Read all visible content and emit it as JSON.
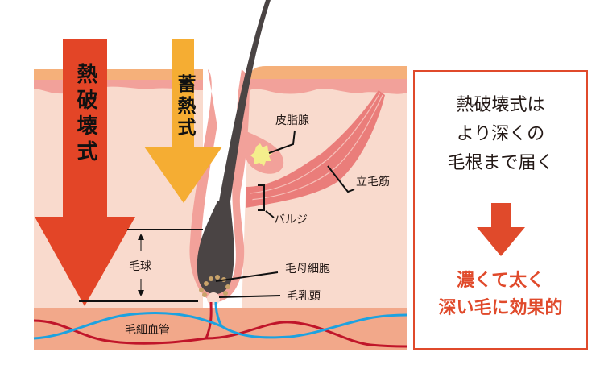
{
  "diagram": {
    "arrows": {
      "heat_destruction": {
        "label": "熱破壊式",
        "color": "#e34527"
      },
      "heat_storage": {
        "label": "蓄熱式",
        "color": "#f5ad33"
      }
    },
    "labels": {
      "sebaceous_gland": "皮脂腺",
      "arrector_pili": "立毛筋",
      "bulge": "バルジ",
      "hair_bulb": "毛球",
      "hair_matrix_cells": "毛母細胞",
      "dermal_papilla": "毛乳頭",
      "capillaries": "毛細血管"
    },
    "colors": {
      "epidermis_top": "#f5b07a",
      "epidermis": "#f2a19a",
      "dermis": "#f9dacd",
      "subcutis": "#f2a88a",
      "hair": "#4a4444",
      "muscle": "#ea7d7a",
      "sebum": "#f4ee8c",
      "artery": "#c0152a",
      "vein": "#1da2e0"
    }
  },
  "info_box": {
    "lines": [
      "熱破壊式は",
      "より深くの",
      "毛根まで届く"
    ],
    "result_lines": [
      "濃くて太く",
      "深い毛に効果的"
    ],
    "accent_color": "#e04a2b"
  }
}
